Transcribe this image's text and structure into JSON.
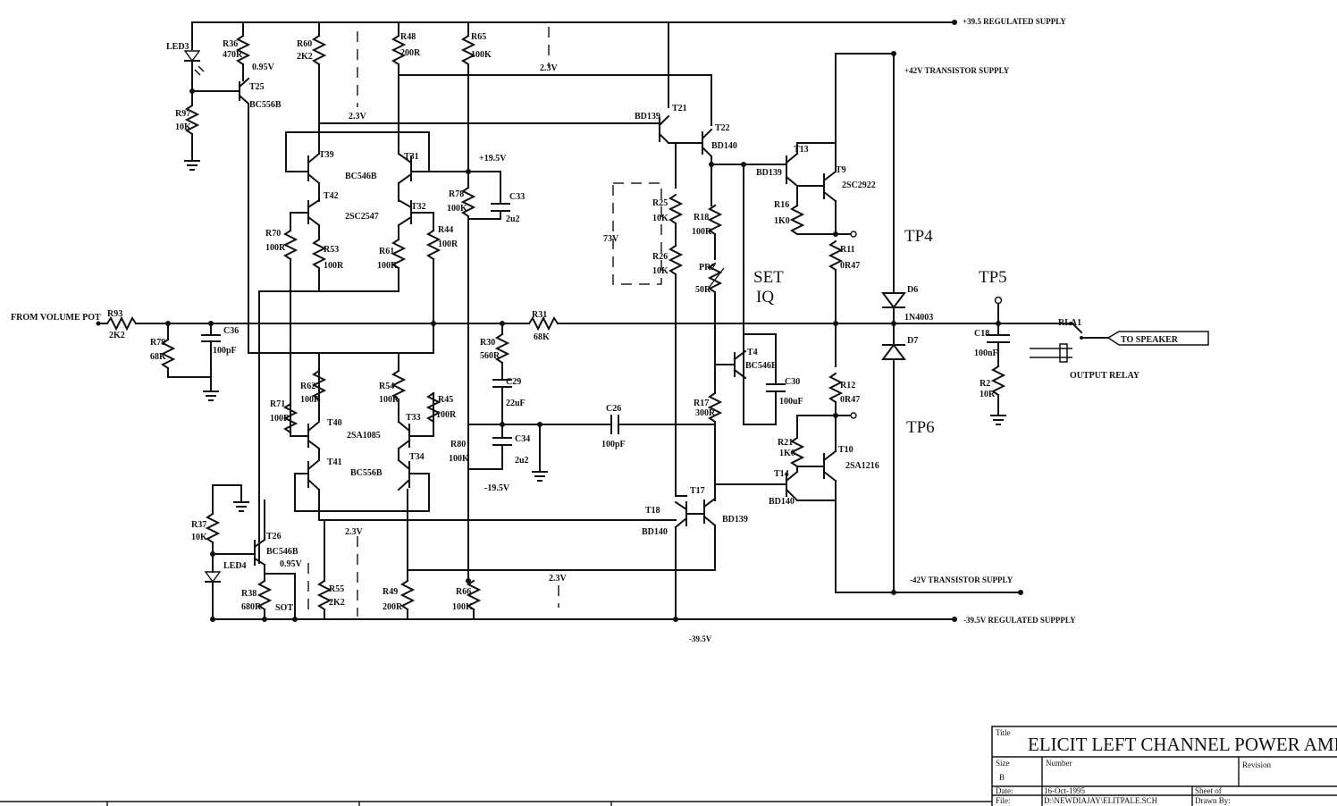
{
  "supplies": {
    "pos_regulated": "+39.5 REGULATED SUPPLY",
    "pos_transistor": "+42V TRANSISTOR SUPPLY",
    "neg_transistor": "-42V TRANSISTOR SUPPLY",
    "neg_regulated": "-39.5V REGULATED SUPPPLY",
    "neg_rail_value": "-39.5V",
    "pos_mid": "+19.5V",
    "neg_mid": "-19.5V"
  },
  "input": {
    "label": "FROM VOLUME POT"
  },
  "output": {
    "speaker": "TO SPEAKER",
    "relay_label": "OUTPUT RELAY",
    "relay_ref": "RLA1"
  },
  "test_points": {
    "tp4": "TP4",
    "tp5": "TP5",
    "tp6": "TP6",
    "set_iq_1": "SET",
    "set_iq_2": "IQ"
  },
  "voltages": {
    "v095": "0.95V",
    "v23": "2.3V",
    "v73": "73V"
  },
  "components": {
    "R93": "R93",
    "R93v": "2K2",
    "R79": "R79",
    "R79v": "68K",
    "C36": "C36",
    "C36v": "100pF",
    "LED3": "LED3",
    "LED4": "LED4",
    "R36": "R36",
    "R36v": "470R",
    "R97": "R97",
    "R97v": "10K",
    "T25": "T25",
    "T25t": "BC556B",
    "R60": "R60",
    "R60v": "2K2",
    "R48": "R48",
    "R48v": "200R",
    "R65": "R65",
    "R65v": "100K",
    "T39": "T39",
    "T31": "T31",
    "T42": "T42",
    "T32": "T32",
    "BC546B": "BC546B",
    "2SC2547": "2SC2547",
    "R78": "R78",
    "R78v": "100K",
    "C33": "C33",
    "C33v": "2u2",
    "R70": "R70",
    "R70v": "100R",
    "R53": "R53",
    "R53v": "100R",
    "R61": "R61",
    "R61v": "100R",
    "R44": "R44",
    "R44v": "100R",
    "R31": "R31",
    "R31v": "68K",
    "R30": "R30",
    "R30v": "560R",
    "C29": "C29",
    "C29v": "22uF",
    "C26": "C26",
    "C26v": "100pF",
    "R62": "R62",
    "R62v": "100R",
    "R71": "R71",
    "R71v": "100R",
    "R54": "R54",
    "R54v": "100R",
    "R45": "R45",
    "R45v": "100R",
    "T40": "T40",
    "T33": "T33",
    "T41": "T41",
    "T34": "T34",
    "2SA1085": "2SA1085",
    "BC556B": "BC556B",
    "R80": "R80",
    "R80v": "100K",
    "C34": "C34",
    "C34v": "2u2",
    "R37": "R37",
    "R37v": "10K",
    "T26": "T26",
    "T26t": "BC546B",
    "R38": "R38",
    "R38v": "680R",
    "SOT": "SOT",
    "R55": "R55",
    "R55v": "2K2",
    "R49": "R49",
    "R49v": "200R",
    "R66": "R66",
    "R66v": "100K",
    "T21": "T21",
    "T21t": "BD139",
    "T22": "T22",
    "T22t": "BD140",
    "R25": "R25",
    "R25v": "10K",
    "R26": "R26",
    "R26v": "10K",
    "R18": "R18",
    "R18v": "100R",
    "PR2": "PR2",
    "PR2v": "50R",
    "T4": "T4",
    "T4t": "BC546B",
    "C30": "C30",
    "C30v": "100uF",
    "R17": "R17",
    "R17v": "300R",
    "T17": "T17",
    "T17t": "BD139",
    "T18": "T18",
    "T18t": "BD140",
    "T13": "T13",
    "T13t": "BD139",
    "T9": "T9",
    "T9t": "2SC2922",
    "R16": "R16",
    "R16v": "1K0",
    "R11": "R11",
    "R11v": "0R47",
    "D6": "D6",
    "D6t": "1N4003",
    "D7": "D7",
    "R12": "R12",
    "R12v": "0R47",
    "R21": "R21",
    "R21v": "1K0",
    "T10": "T10",
    "T10t": "2SA1216",
    "T14": "T14",
    "T14t": "BD140",
    "C18": "C18",
    "C18v": "100nF",
    "R2": "R2",
    "R2v": "10R"
  },
  "title_block": {
    "title_lbl": "Title",
    "title": "ELICIT LEFT CHANNEL POWER AMP",
    "size_lbl": "Size",
    "size": "B",
    "number_lbl": "Number",
    "revision_lbl": "Revision",
    "date_lbl": "Date:",
    "date": "16-Oct-1995",
    "sheet_lbl": "Sheet of",
    "file_lbl": "File:",
    "file": "D:\\NEWDIAJAY\\ELITPALE.SCH",
    "drawn_lbl": "Drawn By:"
  }
}
